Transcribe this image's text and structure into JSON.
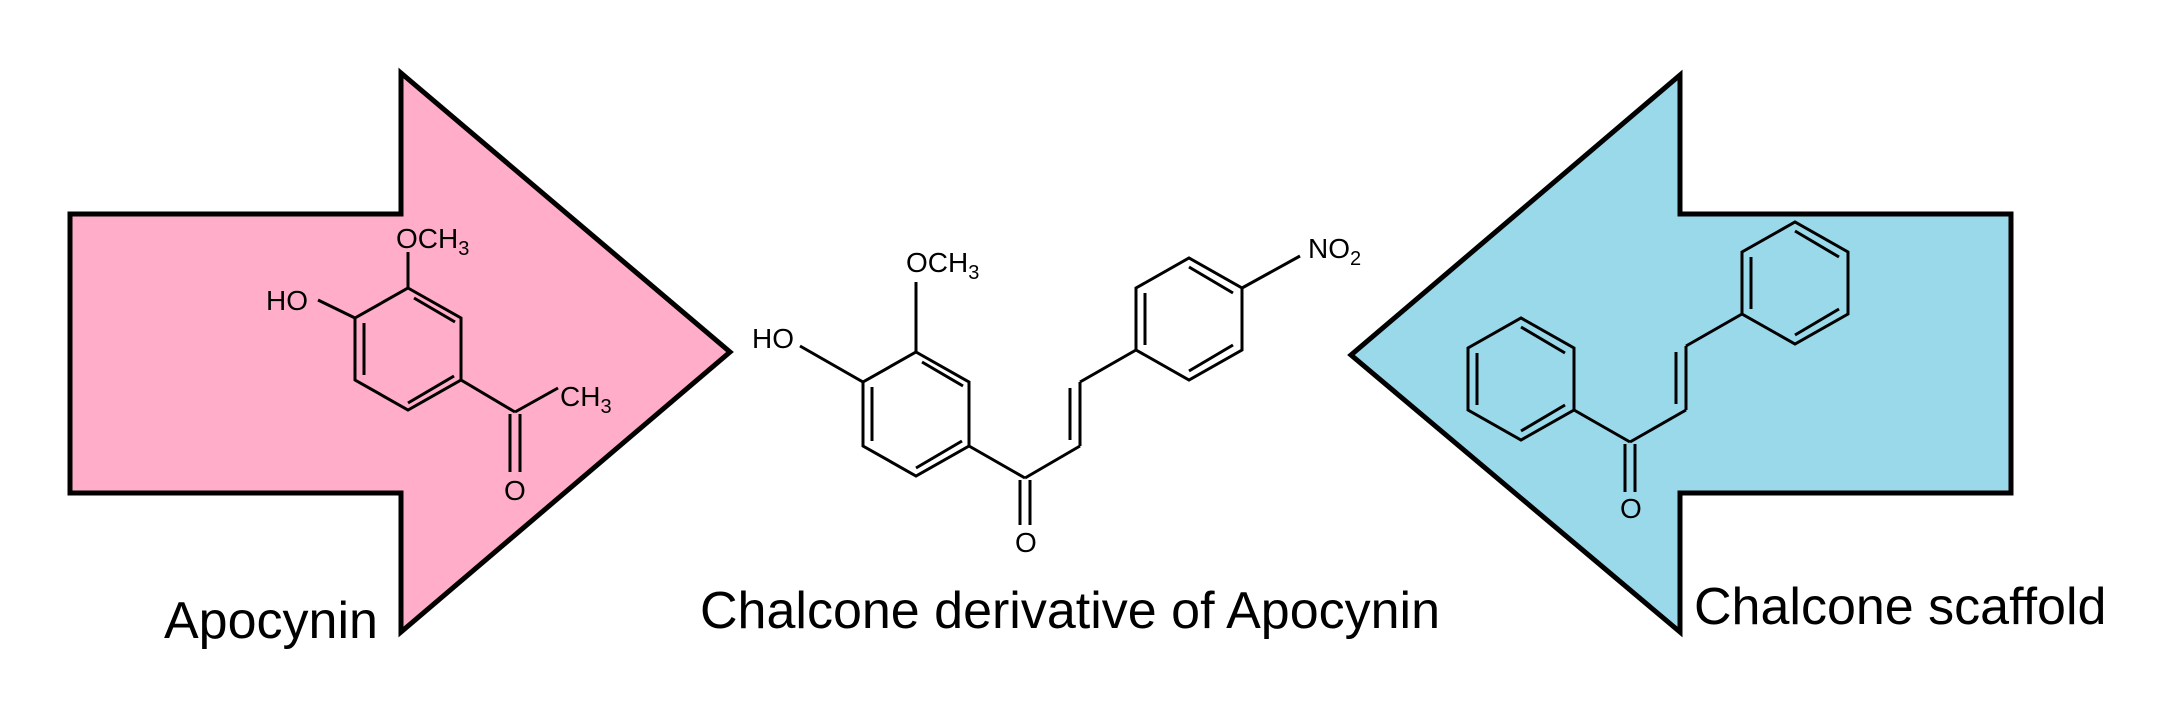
{
  "captions": {
    "left": "Apocynin",
    "center": "Chalcone derivative of Apocynin",
    "right": "Chalcone scaffold"
  },
  "colors": {
    "left_arrow": "#ffadc9",
    "right_arrow": "#9ad9ea",
    "outline": "#000000"
  },
  "labels": {
    "apocynin": {
      "ome_main": "OCH",
      "ome_sub": "3",
      "oh": "HO",
      "me_main": "CH",
      "me_sub": "3",
      "ketone_o": "O"
    },
    "derivative": {
      "ome_main": "OCH",
      "ome_sub": "3",
      "oh": "HO",
      "no2_main": "NO",
      "no2_sub": "2",
      "ketone_o": "O"
    },
    "scaffold": {
      "ketone_o": "O"
    }
  }
}
